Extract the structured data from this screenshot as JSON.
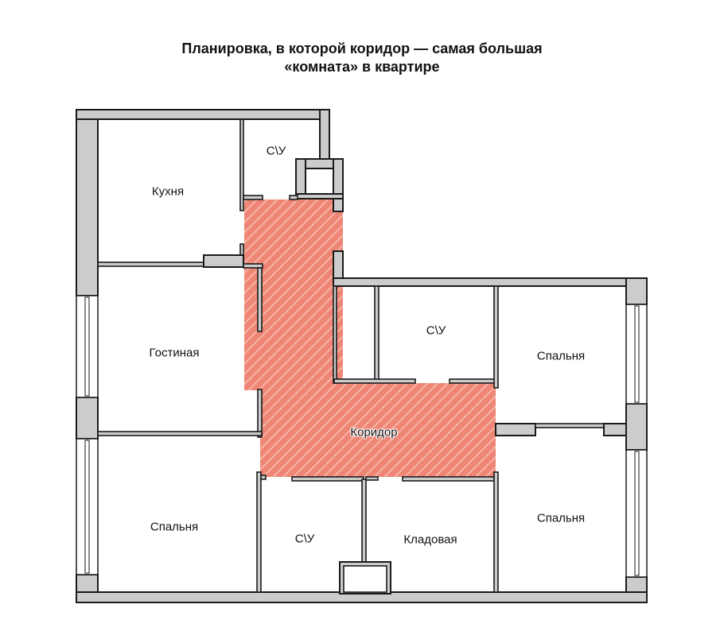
{
  "title": {
    "line1": "Планировка, в которой коридор — самая большая",
    "line2": "«комната» в квартире"
  },
  "colors": {
    "corridor_fill": "#ef8575",
    "corridor_hatch": "#f6b3a8",
    "wall_fill": "#cccccc",
    "wall_stroke": "#1a1a1a"
  },
  "rooms": {
    "kitchen": "Кухня",
    "bath_top": "С\\У",
    "living": "Гостиная",
    "bath_middle": "С\\У",
    "bedroom_right_top": "Спальня",
    "corridor": "Коридор",
    "bedroom_left_bottom": "Спальня",
    "bath_bottom": "С\\У",
    "storage": "Кладовая",
    "bedroom_right_bottom": "Спальня"
  }
}
